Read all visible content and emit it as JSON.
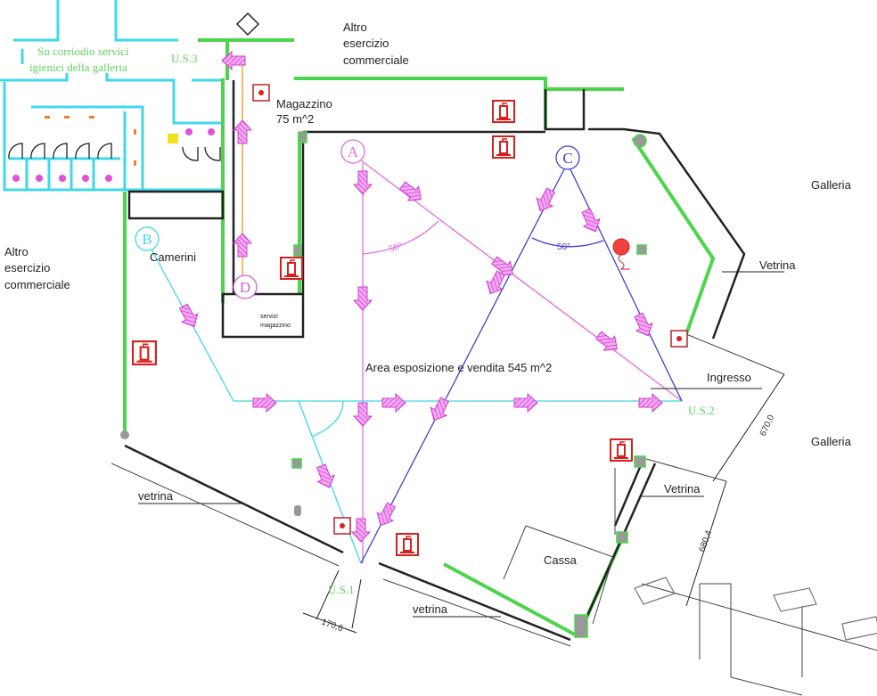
{
  "labels": {
    "corridor_line1": "Su corriodio servici",
    "corridor_line2": "igienici della galleria",
    "other_shop_top_1": "Altro",
    "other_shop_top_2": "esercizio",
    "other_shop_top_3": "commerciale",
    "other_shop_left_1": "Altro",
    "other_shop_left_2": "esercizio",
    "other_shop_left_3": "commerciale",
    "storage": "Magazzino",
    "storage_area": "75 m^2",
    "dressing": "Camerini",
    "storage_wc_1": "servizi",
    "storage_wc_2": "magazzino",
    "sales_area": "Area esposizione e vendita 545 m^2",
    "entrance": "Ingresso",
    "gallery_top": "Galleria",
    "gallery_bottom": "Galleria",
    "shopwindow_right_top": "Vetrina",
    "shopwindow_right_bottom": "Vetrina",
    "shopwindow_left": "vetrina",
    "shopwindow_bottom": "vetrina",
    "checkout": "Cassa"
  },
  "exits": {
    "us1": "U.S.1",
    "us2": "U.S.2",
    "us3": "U.S.3"
  },
  "points": {
    "a": "A",
    "b": "B",
    "c": "C",
    "d": "D"
  },
  "angles": {
    "a": "50°",
    "c": "50°"
  },
  "dimensions": {
    "d1": "170,6",
    "d2": "670,0",
    "d3": "680,4"
  },
  "colors": {
    "wall_green": "#4cd44c",
    "path_a": "#e070e0",
    "path_b": "#40d8e0",
    "path_c": "#4040d0",
    "path_d": "#f0a040",
    "arrow": "#e060e0",
    "safety_red": "#d62020"
  }
}
